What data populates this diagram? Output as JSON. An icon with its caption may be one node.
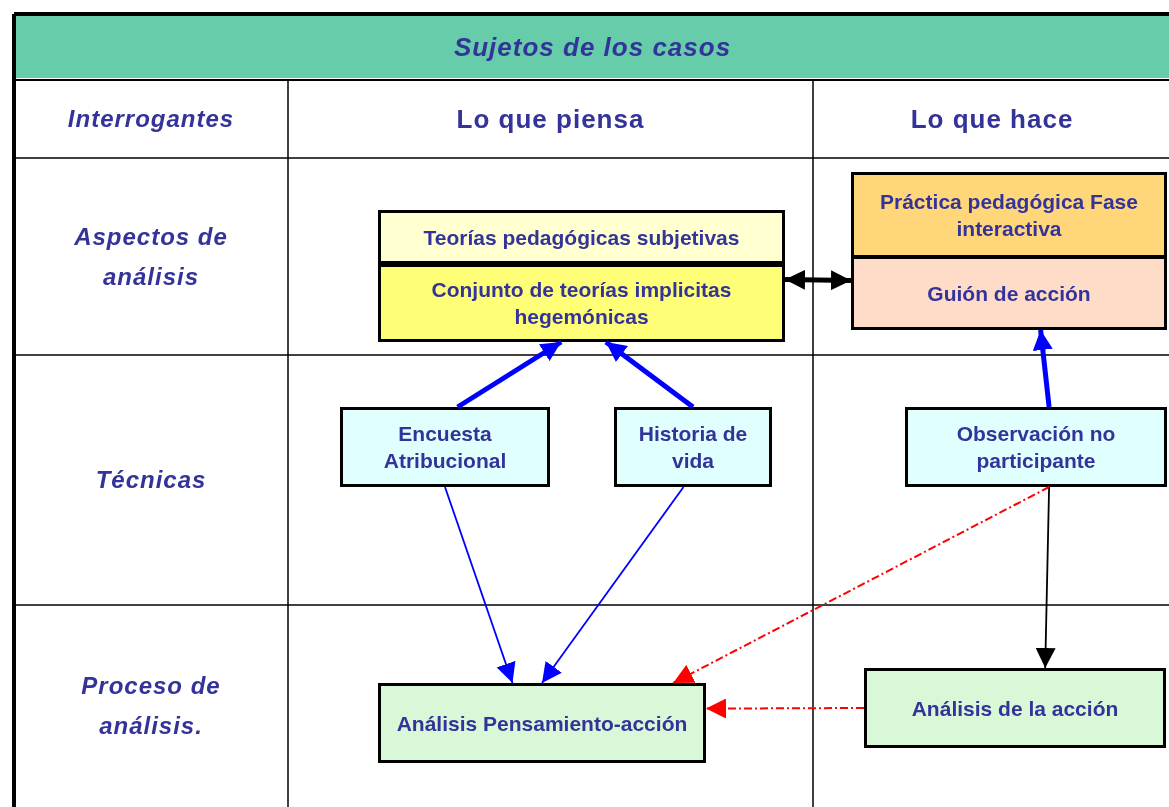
{
  "diagram": {
    "nodes": [
      {
        "text": [
          "Teorías pedagógicas subjetivas"
        ]
      },
      {
        "text": [
          "Conjunto de teorías implicitas hegemónicas"
        ]
      },
      {
        "text": [
          "Práctica pedagógica Fase interactiva"
        ]
      },
      {
        "text": [
          "Guión de acción"
        ]
      },
      {
        "text": [
          "Encuesta Atribucional"
        ]
      },
      {
        "text": [
          "Historia de vida"
        ]
      },
      {
        "text": [
          "Observación no participante"
        ]
      },
      {
        "text": [
          "Análisis Pensamiento-acción"
        ]
      },
      {
        "text": [
          "Análisis de la acción"
        ]
      }
    ],
    "edges": [
      {
        "from": 1,
        "to": 3,
        "arrow": "both",
        "style": "thick",
        "color": "#000000"
      },
      {
        "from": 4,
        "to": 1,
        "arrow": "to",
        "style": "thick"
      },
      {
        "from": 5,
        "to": 1,
        "arrow": "to",
        "style": "thick"
      },
      {
        "from": 6,
        "to": 3,
        "arrow": "to",
        "style": "thick"
      },
      {
        "from": 4,
        "to": 7,
        "arrow": "to"
      },
      {
        "from": 5,
        "to": 7,
        "arrow": "to"
      },
      {
        "from": 6,
        "to": 8,
        "arrow": "to",
        "color": "#000000"
      },
      {
        "from": 6,
        "to": 7,
        "arrow": "to",
        "style": "dashed",
        "color": "#ff0000"
      },
      {
        "from": 8,
        "to": 7,
        "arrow": "to",
        "style": "dashed",
        "color": "#ff0000"
      }
    ],
    "labels": [
      "Sujetos de los casos",
      "Interrogantes",
      "Lo que piensa",
      "Lo que hace",
      "Aspectos de análisis",
      "Técnicas",
      "Proceso de análisis."
    ]
  }
}
